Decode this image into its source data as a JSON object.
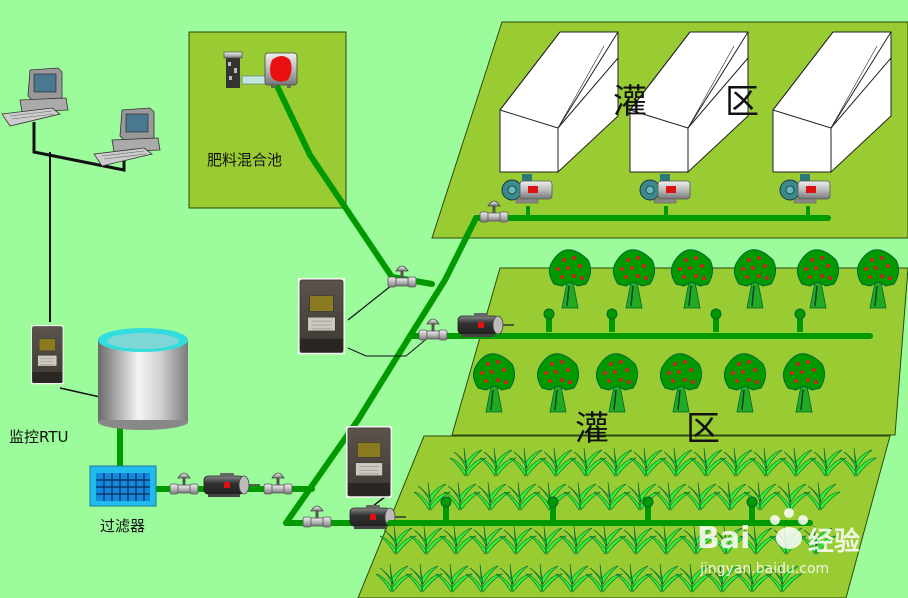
{
  "title": "智能灌溉系统示意图",
  "labels": {
    "fertilizer_pool": "肥料混合池",
    "monitor_rtu": "监控RTU",
    "filter": "过滤器",
    "zone_greenhouse": [
      "灌",
      "区"
    ],
    "zone_orchard": [
      "灌",
      "区"
    ]
  },
  "watermark": {
    "brand_left": "Bai",
    "brand_right": "经验",
    "url": "jingyan.baidu.com"
  },
  "colors": {
    "background": "#9cfc9c",
    "field": "#99cc33",
    "pipe": "#009900",
    "tank_water": "#33cccc",
    "filter": "#22bbee",
    "tree_crown": "#009900",
    "fruit": "#cc2222",
    "crop": "#33ee33"
  },
  "icons": {
    "computer": "desktop-computer-icon",
    "rtu": "rtu-controller-icon",
    "tank": "water-tank-icon",
    "filter": "filter-grid-icon",
    "valve": "valve-icon",
    "pump": "pump-motor-icon",
    "greenhouse": "greenhouse-icon",
    "tree": "fruit-tree-icon",
    "crop": "corn-plant-icon",
    "sprinkler": "drip-emitter-icon"
  }
}
